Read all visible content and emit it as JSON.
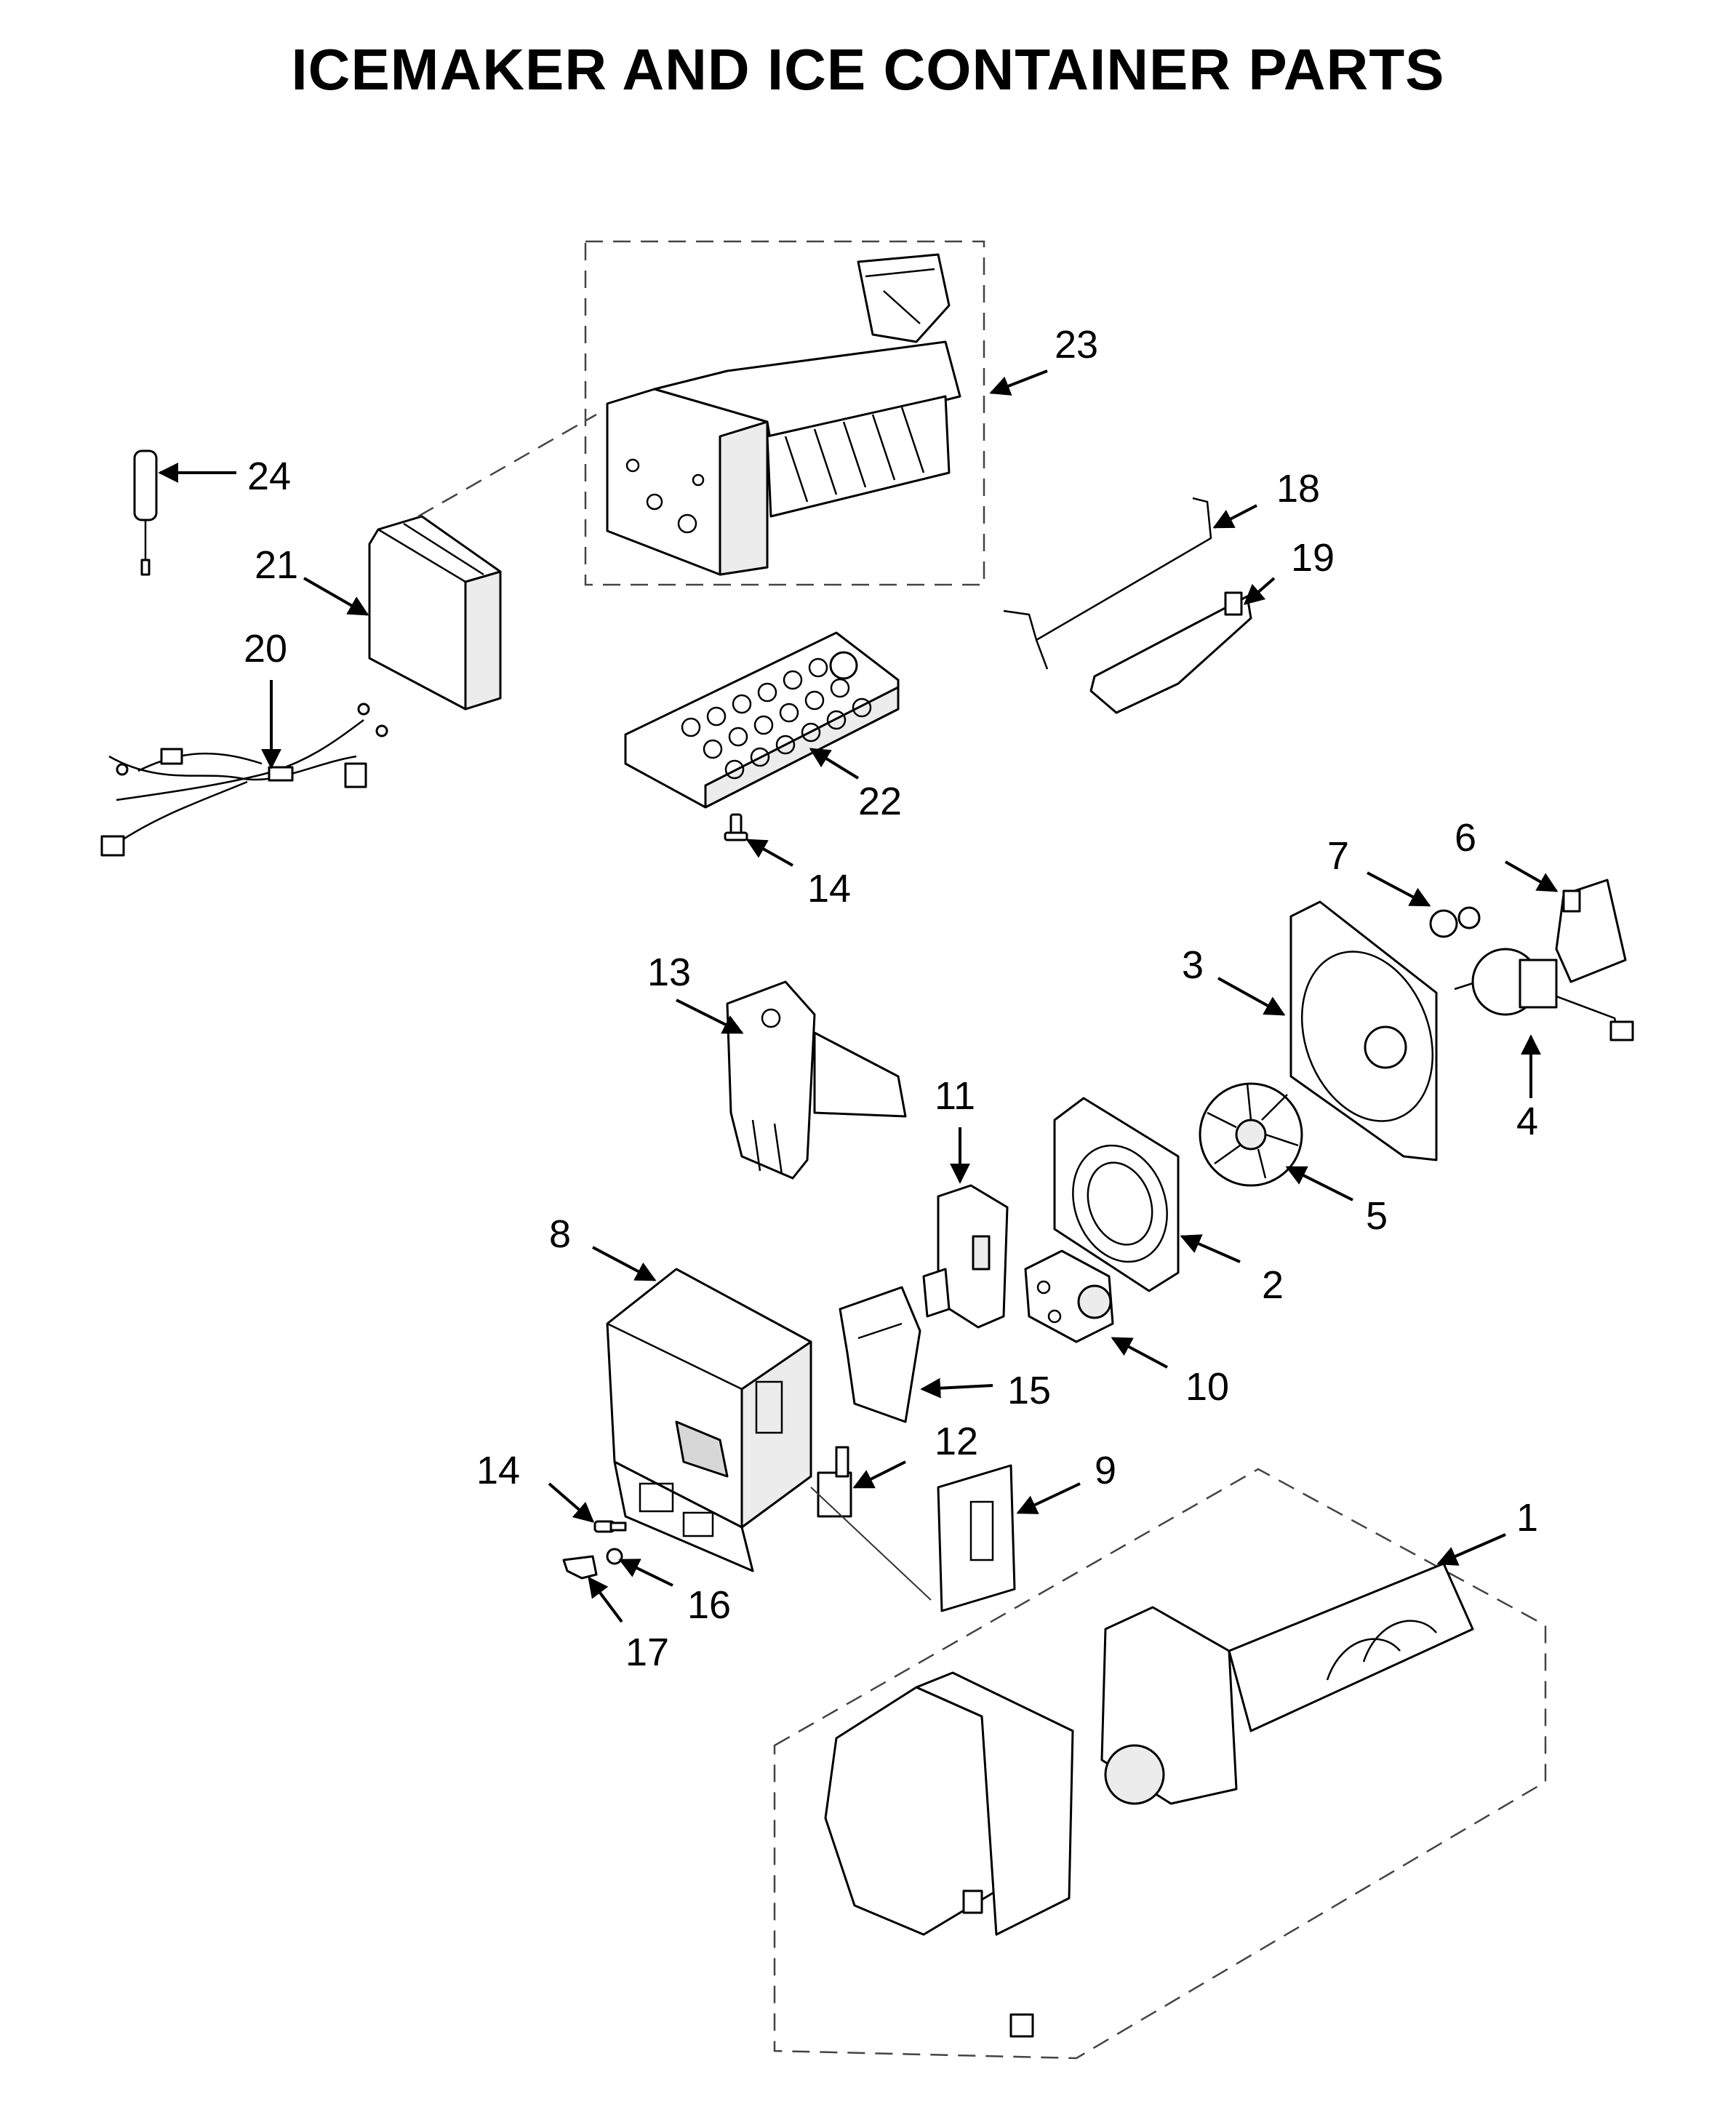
{
  "title": "ICEMAKER AND ICE CONTAINER PARTS",
  "callouts": {
    "c1": "1",
    "c2": "2",
    "c3": "3",
    "c4": "4",
    "c5": "5",
    "c6": "6",
    "c7": "7",
    "c8": "8",
    "c9": "9",
    "c10": "10",
    "c11": "11",
    "c12": "12",
    "c13": "13",
    "c14a": "14",
    "c14b": "14",
    "c15": "15",
    "c16": "16",
    "c17": "17",
    "c18": "18",
    "c19": "19",
    "c20": "20",
    "c21": "21",
    "c22": "22",
    "c23": "23",
    "c24": "24"
  }
}
